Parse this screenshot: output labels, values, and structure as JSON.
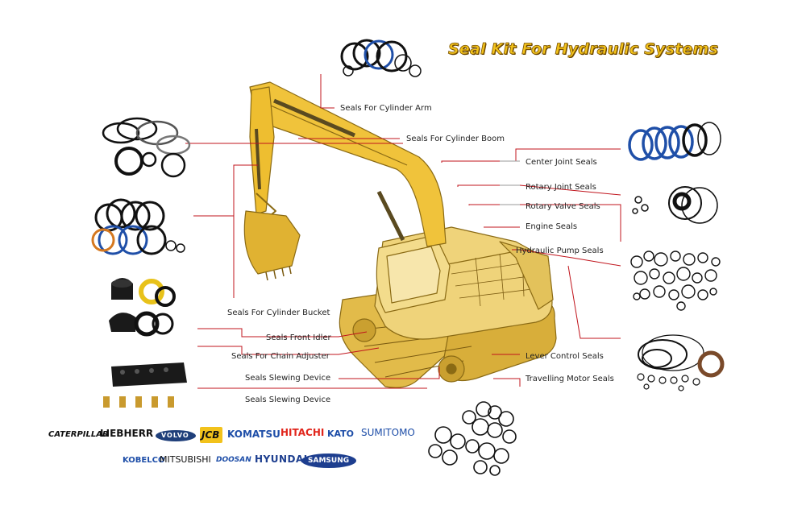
{
  "title": "Seal Kit For Hydraulic Systems",
  "colors": {
    "title": "#f2c21b",
    "leader": "#c0141c",
    "excavator": "#eac23a",
    "seal": "#111111",
    "seal_blue": "#1f4fa8",
    "seal_orange": "#d5781f"
  },
  "labels": {
    "arm": "Seals For Cylinder Arm",
    "boom": "Seals For Cylinder Boom",
    "center_joint": "Center Joint Seals",
    "rotary_joint": "Rotary Joint Seals",
    "rotary_valve": "Rotary Valve Seals",
    "engine": "Engine Seals",
    "hydraulic_pump": "Hydraulic Pump Seals",
    "bucket": "Seals For Cylinder Bucket",
    "front_idler": "Seals Front Idler",
    "chain_adjuster": "Seals For Chain Adjuster",
    "slewing_1": "Seals Slewing Device",
    "slewing_2": "Seals Slewing Device",
    "lever_control": "Lever Control Seals",
    "travelling_motor": "Travelling Motor Seals"
  },
  "brands": {
    "caterpillar": "CATERPILLAR",
    "liebherr": "LIEBHERR",
    "volvo": "VOLVO",
    "jcb": "JCB",
    "komatsu": "KOMATSU",
    "hitachi": "HITACHI",
    "kato": "KATO",
    "sumitomo": "SUMITOMO",
    "kobelco": "KOBELCO",
    "mitsubishi": "MITSUBISHI",
    "doosan": "DOOSAN",
    "hyundai": "HYUNDAI",
    "samsung": "SAMSUNG"
  }
}
